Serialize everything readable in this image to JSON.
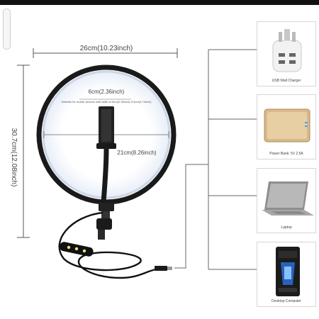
{
  "dimensions": {
    "width_label": "26cm(10.23inch)",
    "height_label": "30.7cm(12.08inch)",
    "phone_holder_label": "6cm(2.36inch)",
    "phone_holder_note": "Suitable for mobile phones with width of 6cm(2.36inch)-9.5cm(3.74inch)",
    "ring_diameter_label": "21cm(8.26inch)"
  },
  "devices": [
    {
      "label": "USB Wall Charger",
      "icon": "usb-wall-charger-icon"
    },
    {
      "label": "Power Bank: 5V 2.5A",
      "icon": "power-bank-icon"
    },
    {
      "label": "Laptop",
      "icon": "laptop-icon"
    },
    {
      "label": "Desktop Computer",
      "icon": "desktop-computer-icon"
    }
  ],
  "colors": {
    "ring": "#222222",
    "ring_glow": "#eef3fb",
    "accent_blue": "#2a6fd6"
  }
}
